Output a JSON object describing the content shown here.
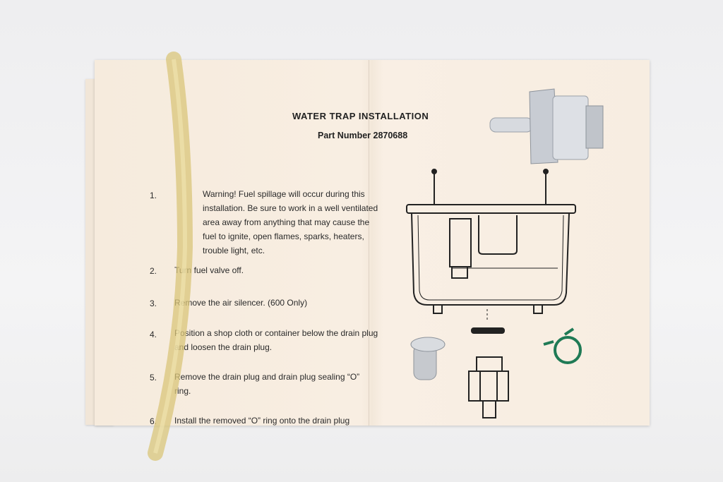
{
  "document": {
    "title": "WATER TRAP INSTALLATION",
    "part_number": "Part Number 2870688",
    "steps": [
      {
        "number": "1.",
        "text": "Warning!  Fuel spillage will occur during this installation.  Be sure to work in a well ventilated area away from anything that may cause the fuel to ignite, open flames, sparks, heaters, trouble light, etc."
      },
      {
        "number": "2.",
        "text": "Turn fuel valve off."
      },
      {
        "number": "3.",
        "text": "Remove the air silencer.  (600 Only)"
      },
      {
        "number": "4.",
        "text": "Position a shop cloth or container below the drain plug and loosen the drain plug."
      },
      {
        "number": "5.",
        "text": "Remove the drain plug and drain plug sealing “O” ring."
      },
      {
        "number": "6.",
        "text": "Install the removed “O” ring onto the drain plug"
      }
    ]
  },
  "colors": {
    "paper": "#f7ede1",
    "tube": "#e2d08a",
    "clamp": "#1f7a55",
    "metal": "#c9ccd1"
  }
}
